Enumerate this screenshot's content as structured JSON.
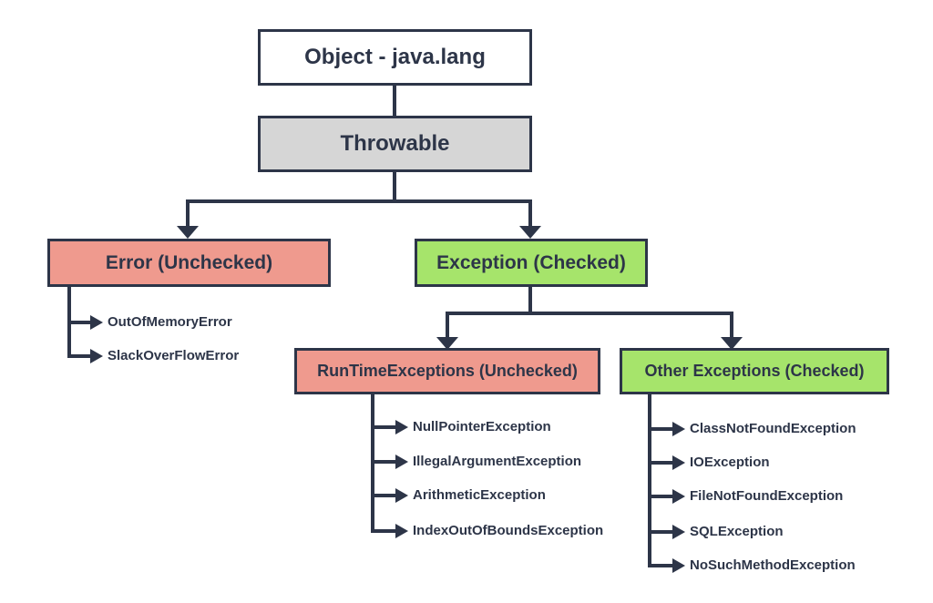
{
  "colors": {
    "line": "#2d3548",
    "root_fill": "#ffffff",
    "throwable_fill": "#d6d6d6",
    "unchecked_fill": "#ef9a8e",
    "checked_fill": "#a6e46b"
  },
  "nodes": {
    "object": "Object - java.lang",
    "throwable": "Throwable",
    "error": "Error (Unchecked)",
    "exception": "Exception (Checked)",
    "runtime": "RunTimeExceptions (Unchecked)",
    "other": "Other Exceptions (Checked)"
  },
  "error_children": [
    "OutOfMemoryError",
    "SlackOverFlowError"
  ],
  "runtime_children": [
    "NullPointerException",
    "IllegalArgumentException",
    "ArithmeticException",
    "IndexOutOfBoundsException"
  ],
  "other_children": [
    "ClassNotFoundException",
    "IOException",
    "FileNotFoundException",
    "SQLException",
    "NoSuchMethodException"
  ]
}
